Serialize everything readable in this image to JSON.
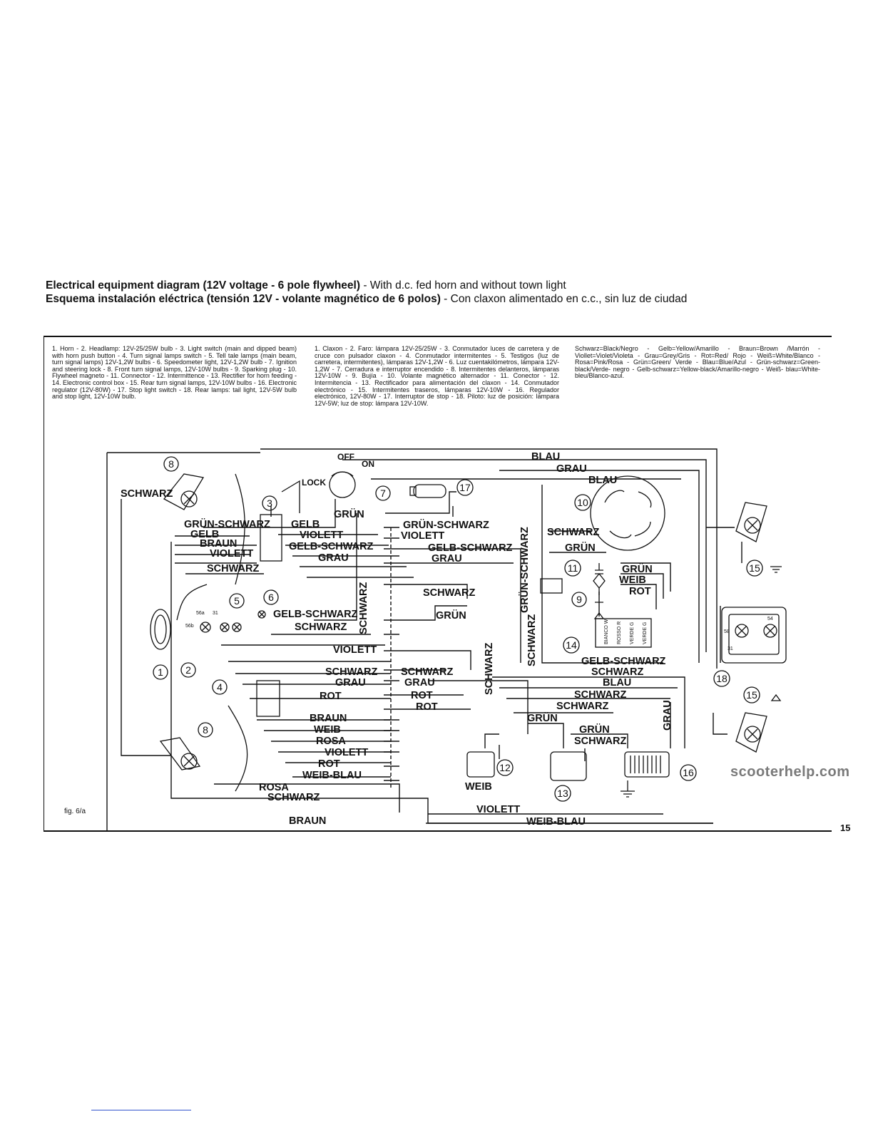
{
  "titles": {
    "en_bold": "Electrical equipment diagram (12V voltage - 6 pole flywheel)",
    "en_rest": " - With d.c. fed horn and without town light",
    "es_bold": "Esquema instalación eléctrica (tensión 12V - volante magnético de 6 polos)",
    "es_rest": " - Con claxon alimentado en c.c., sin luz de ciudad"
  },
  "legend_en": "1. Horn - 2. Headlamp: 12V-25/25W bulb - 3. Light switch (main and dipped beam) with horn push button - 4. Turn signal lamps switch - 5. Tell tale lamps (main beam, turn signal lamps) 12V-1,2W bulbs - 6. Speedometer light, 12V-1,2W bulb - 7. Ignition and steering lock - 8. Front turn signal lamps, 12V-10W bulbs - 9. Sparking plug - 10. Flywheel magneto - 11. Connector - 12. Intermittence - 13. Rectifier for horn feeding - 14. Electronic control box - 15. Rear turn signal lamps, 12V-10W bulbs - 16. Electronic regulator (12V-80W) - 17. Stop light switch - 18. Rear lamps: tail light, 12V-5W bulb and stop light, 12V-10W bulb.",
  "legend_es": "1. Claxon - 2. Faro: lámpara 12V-25/25W - 3. Conmutador luces de carretera y de cruce con pulsador claxon - 4. Conmutador intermitentes - 5. Testigos (luz de carretera, intermitentes), lámparas 12V-1,2W - 6. Luz cuentakilómetros, lámpara 12V-1,2W - 7. Cerradura e interruptor encendido - 8. Intermitentes delanteros, lámparas 12V-10W - 9. Bujía - 10. Volante magnético alternador - 11. Conector - 12. Intermitencia - 13. Rectificador para alimentación del claxon - 14. Conmutador electrónico - 15. Intermitentes traseros, lámparas 12V-10W - 16. Regulador electrónico, 12V-80W - 17. Interruptor de stop - 18. Piloto: luz de posición: lámpara 12V-5W; luz de stop: lámpara 12V-10W.",
  "legend_colors": "Schwarz=Black/Negro - Gelb=Yellow/Amarillo - Braun=Brown /Marrón - Viollet=Violet/Violeta - Grau=Grey/Gris - Rot=Red/ Rojo - Weiß=White/Blanco - Rosa=Pink/Rosa - Grün=Green/ Verde - Blau=Blue/Azul - Grün-schwarz=Green-black/Verde- negro - Gelb-schwarz=Yellow-black/Amarillo-negro - Weiß- blau=White-bleu/Blanco-azul.",
  "fig_label": "fig. 6/a",
  "page_number": "15",
  "watermark": "scooterhelp.com",
  "switch_labels": {
    "off": "OFF",
    "on": "ON",
    "lock": "LOCK"
  },
  "terminal_labels": {
    "t56a": "56a",
    "t56b": "56b",
    "t31": "31",
    "t58": "58",
    "t54": "54",
    "t31b": "31"
  },
  "box14_labels": [
    "BIANCO W",
    "ROSSO R",
    "VERDE G",
    "VERDE G"
  ],
  "components": [
    "1",
    "2",
    "3",
    "4",
    "5",
    "6",
    "7",
    "8",
    "8",
    "9",
    "10",
    "11",
    "12",
    "13",
    "14",
    "15",
    "15",
    "16",
    "17",
    "18"
  ],
  "wire_labels": {
    "blau_top": "BLAU",
    "grau_top": "GRAU",
    "blau_2": "BLAU",
    "schwarz_8": "SCHWARZ",
    "grun_schwarz_3": "GRÜN-SCHWARZ",
    "gelb_l": "GELB",
    "braun_l": "BRAUN",
    "violett_l": "VIOLETT",
    "schwarz_l": "SCHWARZ",
    "gelb_m": "GELB",
    "violett_m": "VIOLETT",
    "gelb_schwarz_m": "GELB-SCHWARZ",
    "grau_m": "GRAU",
    "grun_7": "GRÜN",
    "grun_schwarz_17": "GRÜN-SCHWARZ",
    "violett_c": "VIOLETT",
    "gelb_schwarz_c": "GELB-SCHWARZ",
    "grau_c": "GRAU",
    "grun_schwarz_v": "GRÜN-SCHWARZ",
    "schwarz_10": "SCHWARZ",
    "grun_10": "GRÜN",
    "grun_r": "GRÜN",
    "weib_r": "WEIB",
    "rot_r": "ROT",
    "schwarz_c": "SCHWARZ",
    "schwarz_v1": "SCHWARZ",
    "grun_c": "GRÜN",
    "gelb_schwarz_6": "GELB-SCHWARZ",
    "schwarz_6": "SCHWARZ",
    "schwarz_v2": "SCHWARZ",
    "schwarz_v3": "SCHWARZ",
    "violett_mid": "VIOLETT",
    "schwarz_mid": "SCHWARZ",
    "grau_mid": "GRAU",
    "rot_mid": "ROT",
    "schwarz_c2": "SCHWARZ",
    "grau_c2": "GRAU",
    "rot_c2": "ROT",
    "rot_c3": "ROT",
    "gelb_schwarz_14": "GELB-SCHWARZ",
    "schwarz_14": "SCHWARZ",
    "blau_14": "BLAU",
    "schwarz_14b": "SCHWARZ",
    "schwarz_14c": "SCHWARZ",
    "grun_13": "GRÜN",
    "grun_16": "GRÜN",
    "schwarz_16": "SCHWARZ",
    "grau_16": "GRAU",
    "braun_4": "BRAUN",
    "weib_4": "WEIB",
    "rosa_4": "ROSA",
    "violett_4": "VIOLETT",
    "rot_4": "ROT",
    "weib_blau_4": "WEIB-BLAU",
    "rosa_b": "ROSA",
    "schwarz_b": "SCHWARZ",
    "braun_b": "BRAUN",
    "weib_12": "WEIB",
    "violett_b": "VIOLETT",
    "weib_blau_b": "WEIB-BLAU"
  }
}
